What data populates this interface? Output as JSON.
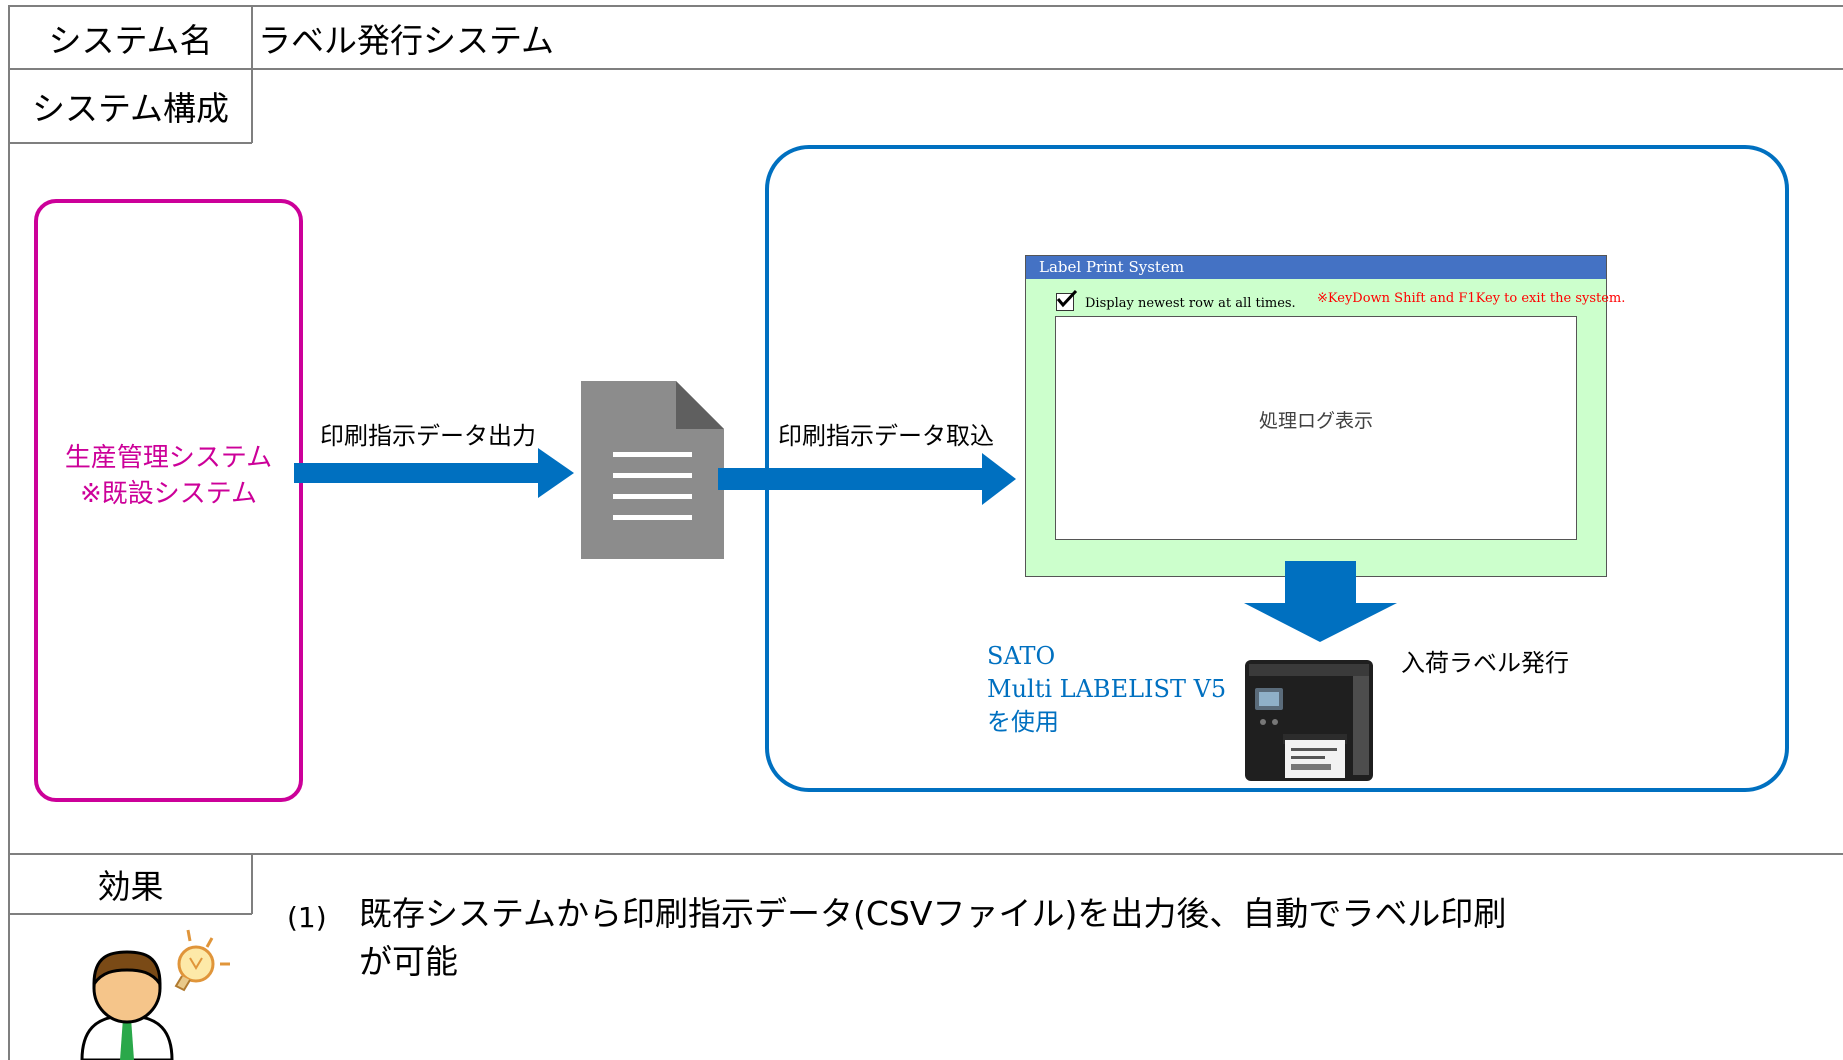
{
  "header": {
    "system_name_label": "システム名",
    "system_name_value": "ラベル発行システム",
    "system_config_label": "システム構成",
    "effect_label": "効果"
  },
  "diagram": {
    "existing_system_line1": "生産管理システム",
    "existing_system_line2": "※既設システム",
    "arrow_output_label": "印刷指示データ出力",
    "arrow_import_label": "印刷指示データ取込",
    "app_window": {
      "title": "Label Print System",
      "checkbox_label": "Display newest row at all times.",
      "checkbox_checked": true,
      "exit_notice": "※KeyDown Shift and F1Key to exit the system.",
      "log_area_text": "処理ログ表示"
    },
    "printer_note_line1": "SATO",
    "printer_note_line2": "Multi LABELIST V5",
    "printer_note_line3": "を使用",
    "printer_output_label": "入荷ラベル発行"
  },
  "effects": {
    "item1_number": "(1)",
    "item1_line1": "既存システムから印刷指示データ(CSVファイル)を出力後、自動でラベル印刷",
    "item1_line2": "が可能"
  },
  "colors": {
    "magenta": "#cc0099",
    "blue_frame": "#0070c0",
    "arrow_blue": "#0070c0",
    "window_title_bar": "#4472c4",
    "window_bg": "#ccffcc",
    "notice_red": "#ff0000",
    "printer_note_blue": "#0070c0"
  }
}
